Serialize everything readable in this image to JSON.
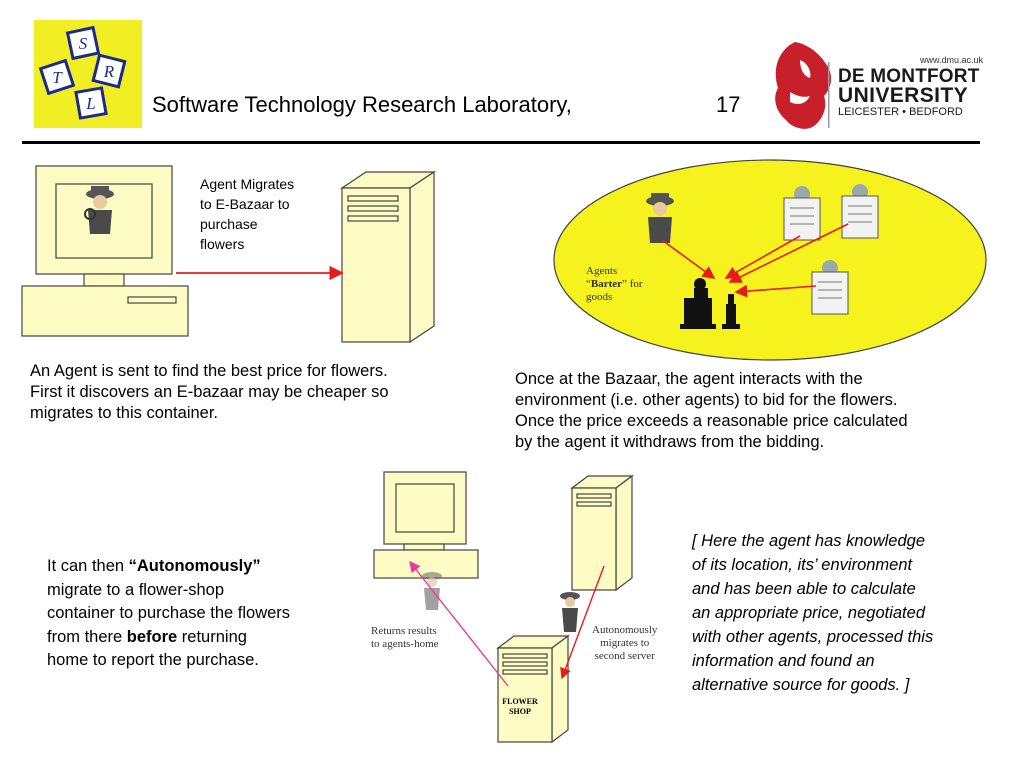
{
  "header": {
    "title": "Software Technology Research Laboratory,",
    "slide_number": "17",
    "strl_letters": [
      "S",
      "T",
      "R",
      "L"
    ],
    "dmu": {
      "url": "www.dmu.ac.uk",
      "line1": "DE MONTFORT",
      "line2": "UNIVERSITY",
      "line3": "LEICESTER • BEDFORD"
    }
  },
  "panel1": {
    "label": [
      "Agent Migrates",
      "to E-Bazaar to",
      "purchase",
      "flowers"
    ],
    "description": [
      "An Agent is sent to find the best price for flowers.",
      "First it discovers an E-bazaar may be cheaper so",
      "migrates to this container."
    ]
  },
  "panel2": {
    "label_line1": "Agents",
    "label_barter": "Barter",
    "label_for": " for",
    "label_line3": "goods",
    "description": [
      "Once at the Bazaar, the agent interacts with the",
      "environment (i.e. other agents) to bid for the flowers.",
      "Once the price exceeds a reasonable price calculated",
      "by the agent it withdraws from the bidding."
    ]
  },
  "panel3": {
    "text_intro": "It can then ",
    "text_bold1": "“Autonomously”",
    "line2": "migrate to a flower-shop",
    "line3": "container to purchase the flowers",
    "line4_a": "from there ",
    "line4_bold": "before",
    "line4_b": " returning",
    "line5": "home to report the purchase.",
    "returns_label": [
      "Returns results",
      "to agents-home"
    ],
    "migrates_label": [
      "Autonomously",
      "migrates to",
      "second server"
    ],
    "shop_label": [
      "FLOWER",
      "SHOP"
    ]
  },
  "panel4": {
    "note": [
      "[ Here the agent has knowledge",
      "of its location, its’ environment",
      "and has been able to calculate",
      "an appropriate price, negotiated",
      "with other agents, processed this",
      "information and found an",
      "alternative source for goods. ]"
    ]
  },
  "colors": {
    "computer": "#fdfcc4",
    "yellow": "#f5f21e",
    "arrow_red": "#e81b1b",
    "arrow_pink": "#ea3a9a",
    "dmu_red": "#c8202a"
  }
}
